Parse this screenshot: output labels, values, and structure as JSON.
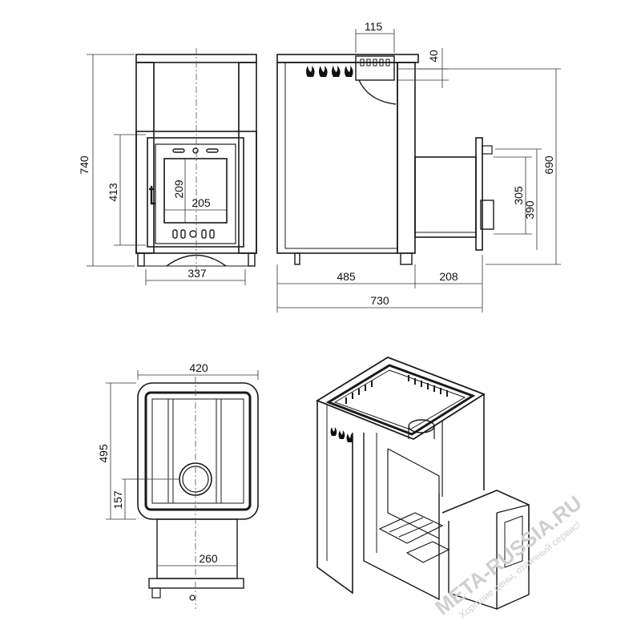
{
  "dimensions": {
    "front_height": "740",
    "front_door_height": "413",
    "glass_height": "209",
    "glass_width": "205",
    "front_base_width": "337",
    "top_pipe_width": "115",
    "top_pipe_height": "40",
    "side_total_height": "690",
    "tunnel_opening": "305",
    "tunnel_height": "390",
    "body_depth": "485",
    "tunnel_depth": "208",
    "total_depth": "730",
    "plan_width": "420",
    "plan_depth": "495",
    "pipe_offset": "157",
    "tunnel_width": "260"
  },
  "watermark": {
    "brand": "META-RUSSIA.RU",
    "tagline": "Хорошие цены, отличный сервис!"
  },
  "colors": {
    "stroke": "#1a1a1a",
    "watermark": "#cfcfcf"
  }
}
